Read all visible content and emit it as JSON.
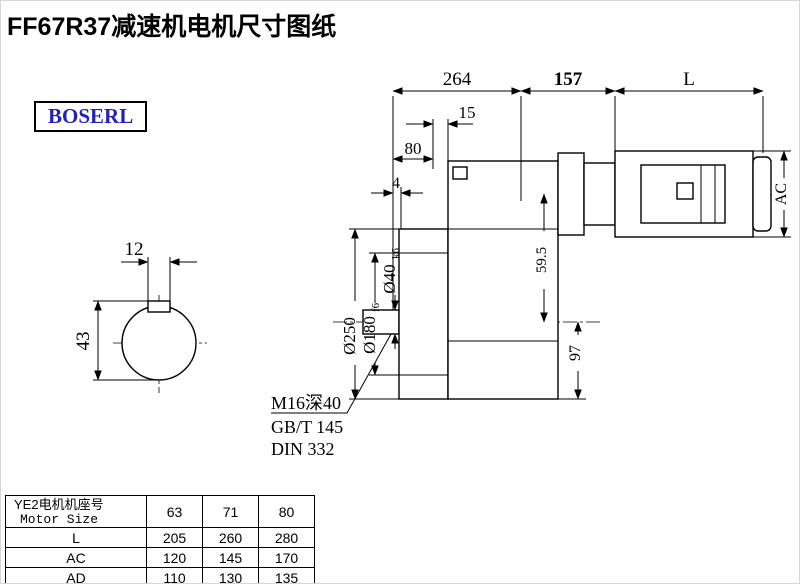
{
  "page": {
    "title": "FF67R37减速机电机尺寸图纸",
    "brand": "BOSERL"
  },
  "dims": {
    "d264": "264",
    "d157": "157",
    "dL": "L",
    "d15": "15",
    "d80": "80",
    "d4": "4",
    "d12": "12",
    "d43": "43",
    "dia250": "Ø250",
    "dia180": "Ø180",
    "dia180_tol": "f6",
    "dia40": "Ø40",
    "dia40_tol": "k6",
    "d59_5": "59.5",
    "d97": "97",
    "dAC": "AC"
  },
  "notes": {
    "tap": "M16深40",
    "std_gb": "GB/T 145",
    "std_din": "DIN 332"
  },
  "table": {
    "header": {
      "cn": "YE2电机机座号",
      "en": "Motor Size"
    },
    "sizes": [
      "63",
      "71",
      "80"
    ],
    "rows": [
      {
        "label": "L",
        "values": [
          "205",
          "260",
          "280"
        ]
      },
      {
        "label": "AC",
        "values": [
          "120",
          "145",
          "170"
        ]
      },
      {
        "label": "AD",
        "values": [
          "110",
          "130",
          "135"
        ]
      }
    ]
  }
}
